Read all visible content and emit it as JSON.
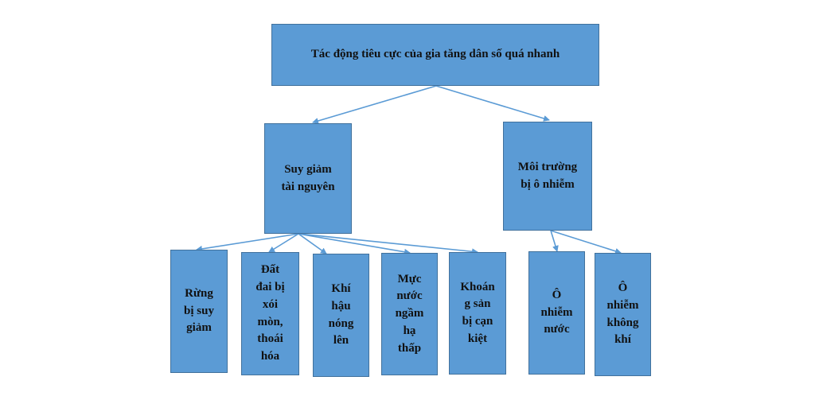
{
  "diagram": {
    "root": {
      "label": "Tác động tiêu cực của gia tăng dân số quá nhanh"
    },
    "branches": [
      {
        "label": "Suy giảm\ntài nguyên",
        "children": [
          "Rừng\nbị suy\ngiảm",
          "Đất\nđai bị\nxói\nmòn,\nthoái\nhóa",
          "Khí\nhậu\nnóng\nlên",
          "Mực\nnước\nngầm\nhạ\nthấp",
          "Khoán\ng sản\nbị cạn\nkiệt"
        ]
      },
      {
        "label": "Môi trường\nbị ô nhiễm",
        "children": [
          "Ô\nnhiễm\nnước",
          "Ô\nnhiễm\nkhông\nkhí"
        ]
      }
    ],
    "colors": {
      "box_fill": "#5b9bd5",
      "box_border": "#41719c",
      "connector": "#5b9bd5",
      "text": "#111111"
    }
  }
}
